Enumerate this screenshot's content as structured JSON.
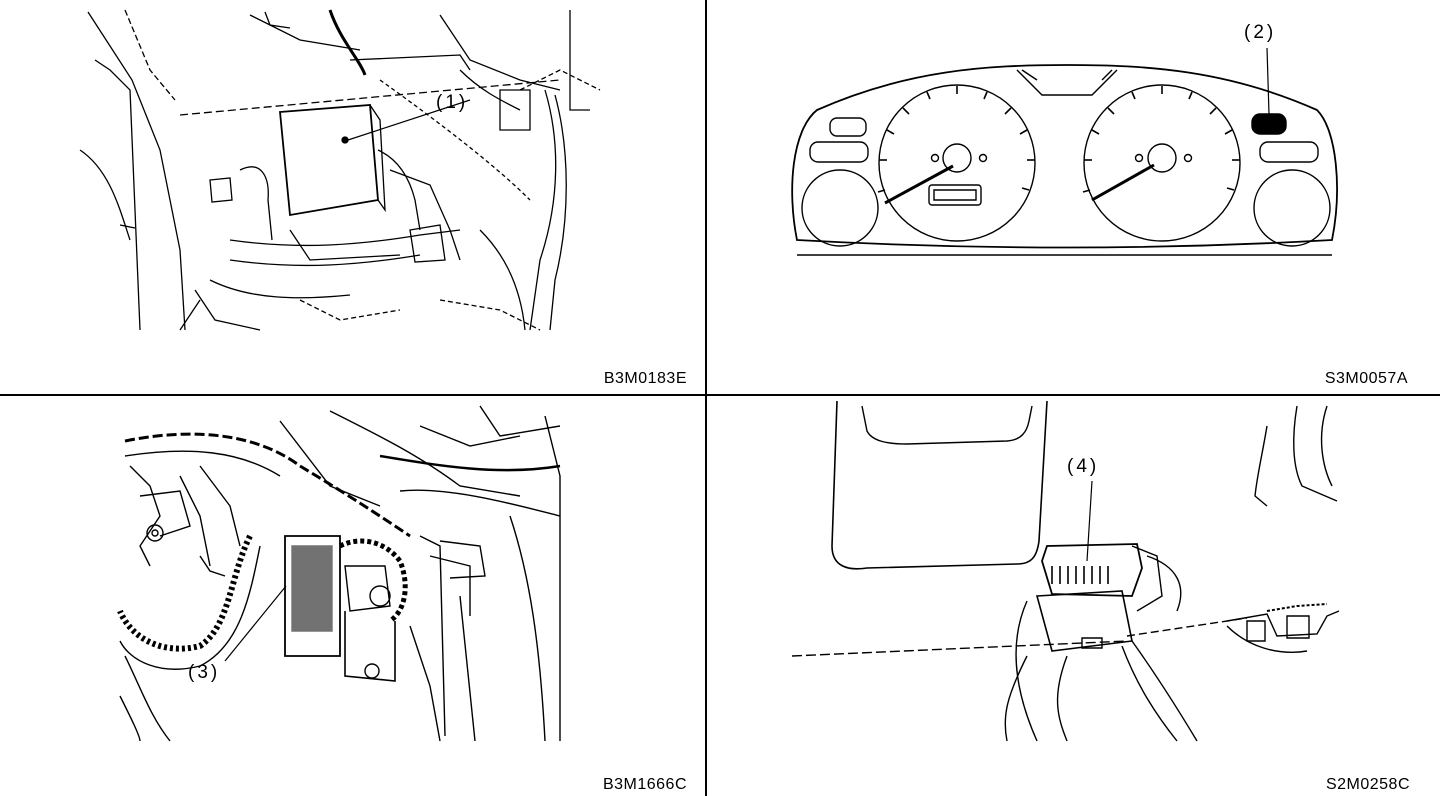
{
  "panels": [
    {
      "callout": "(1)",
      "code": "B3M0183E"
    },
    {
      "callout": "(2)",
      "code": "S3M0057A"
    },
    {
      "callout": "(3)",
      "code": "B3M1666C"
    },
    {
      "callout": "(4)",
      "code": "S2M0258C"
    }
  ],
  "colors": {
    "ink": "#000000",
    "paper": "#ffffff"
  }
}
